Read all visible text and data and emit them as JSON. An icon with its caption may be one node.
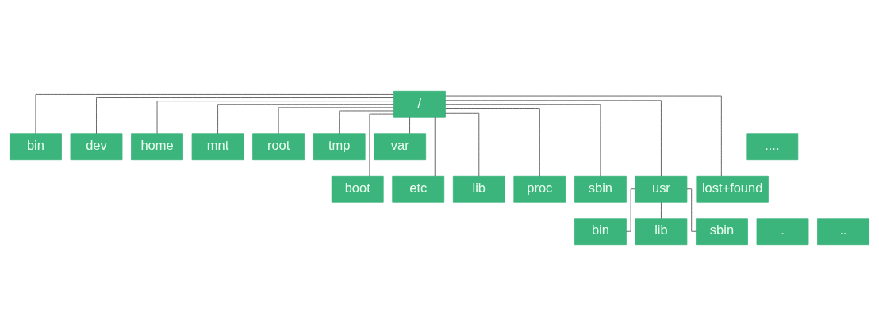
{
  "diagram": {
    "nodes": [
      {
        "text": [
          "/"
        ]
      },
      {
        "text": [
          "bin"
        ]
      },
      {
        "text": [
          "dev"
        ]
      },
      {
        "text": [
          "home"
        ]
      },
      {
        "text": [
          "mnt"
        ]
      },
      {
        "text": [
          "root"
        ]
      },
      {
        "text": [
          "tmp"
        ]
      },
      {
        "text": [
          "var"
        ]
      },
      {
        "text": [
          "...."
        ]
      },
      {
        "text": [
          "boot"
        ]
      },
      {
        "text": [
          "etc"
        ]
      },
      {
        "text": [
          "lib"
        ]
      },
      {
        "text": [
          "proc"
        ]
      },
      {
        "text": [
          "sbin"
        ]
      },
      {
        "text": [
          "usr"
        ]
      },
      {
        "text": [
          "lost+found"
        ]
      },
      {
        "text": [
          "."
        ]
      },
      {
        "text": [
          ".."
        ]
      },
      {
        "text": [
          "bin"
        ]
      },
      {
        "text": [
          "lib"
        ]
      },
      {
        "text": [
          "sbin"
        ]
      }
    ],
    "edges": [
      {
        "from": 0,
        "to": 1,
        "arrow": "none"
      },
      {
        "from": 0,
        "to": 9,
        "arrow": "none"
      },
      {
        "from": 0,
        "to": 2,
        "arrow": "none"
      },
      {
        "from": 0,
        "to": 10,
        "arrow": "none"
      },
      {
        "from": 0,
        "to": 3,
        "arrow": "none"
      },
      {
        "from": 0,
        "to": 11,
        "arrow": "none"
      },
      {
        "from": 0,
        "to": 4,
        "arrow": "none"
      },
      {
        "from": 0,
        "to": 12,
        "arrow": "none"
      },
      {
        "from": 0,
        "to": 5,
        "arrow": "none"
      },
      {
        "from": 0,
        "to": 13,
        "arrow": "none"
      },
      {
        "from": 0,
        "to": 6,
        "arrow": "none"
      },
      {
        "from": 0,
        "to": 14,
        "arrow": "none"
      },
      {
        "from": 0,
        "to": 7,
        "arrow": "none"
      },
      {
        "from": 0,
        "to": 15,
        "arrow": "none"
      },
      {
        "from": 14,
        "to": 18,
        "arrow": "none"
      },
      {
        "from": 14,
        "to": 19,
        "arrow": "none"
      },
      {
        "from": 14,
        "to": 20,
        "arrow": "none"
      }
    ]
  }
}
